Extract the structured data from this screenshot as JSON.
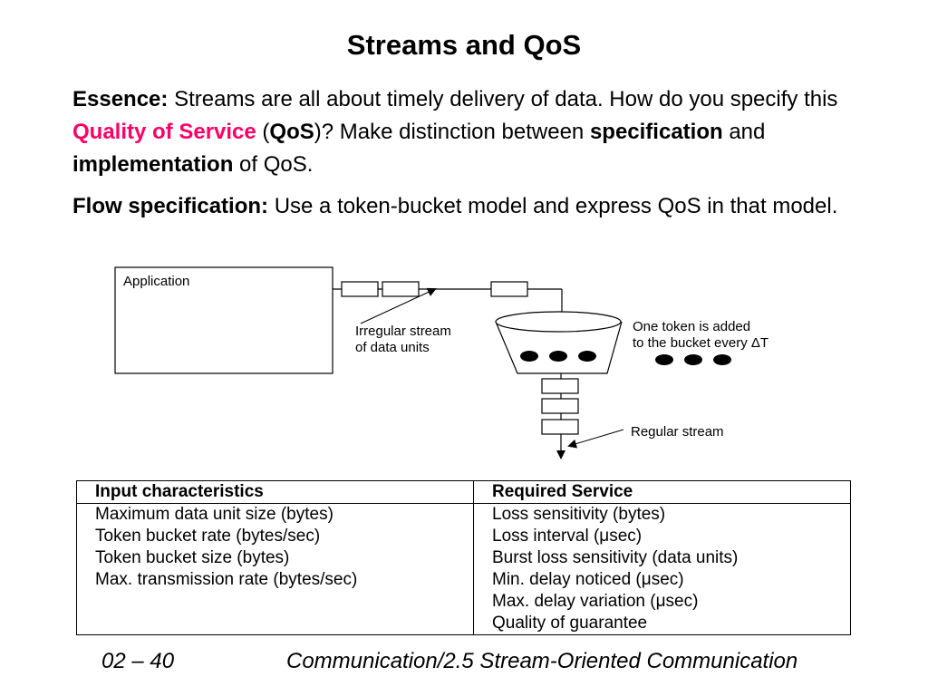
{
  "title": "Streams and QoS",
  "essence": {
    "label": "Essence:",
    "t1": " Streams are all about timely delivery of data. How do you specify this ",
    "qos_full": "Quality of Service",
    "t2": " (",
    "qos_abbr": "QoS",
    "t3": ")? Make distinction between ",
    "spec": "specification",
    "t4": " and ",
    "impl": "implementation",
    "t5": " of QoS."
  },
  "flow": {
    "label": "Flow specification:",
    "text": " Use a token-bucket model and express QoS in that model."
  },
  "diagram": {
    "application_label": "Application",
    "irregular_line1": "Irregular stream",
    "irregular_line2": "of data units",
    "token_line1": "One token is added",
    "token_line2": "to the bucket every ΔT",
    "regular_label": "Regular stream"
  },
  "table": {
    "headers": [
      "Input characteristics",
      "Required Service"
    ],
    "input": [
      "Maximum data unit size (bytes)",
      "Token bucket rate (bytes/sec)",
      "Token bucket size (bytes)",
      "Max. transmission rate (bytes/sec)"
    ],
    "service": [
      "Loss sensitivity (bytes)",
      "Loss interval (μsec)",
      "Burst loss sensitivity (data units)",
      "Min. delay noticed (μsec)",
      "Max. delay variation (μsec)",
      "Quality of guarantee"
    ]
  },
  "footer": {
    "slide_number": "02 – 40",
    "section": "Communication/2.5 Stream-Oriented Communication"
  }
}
